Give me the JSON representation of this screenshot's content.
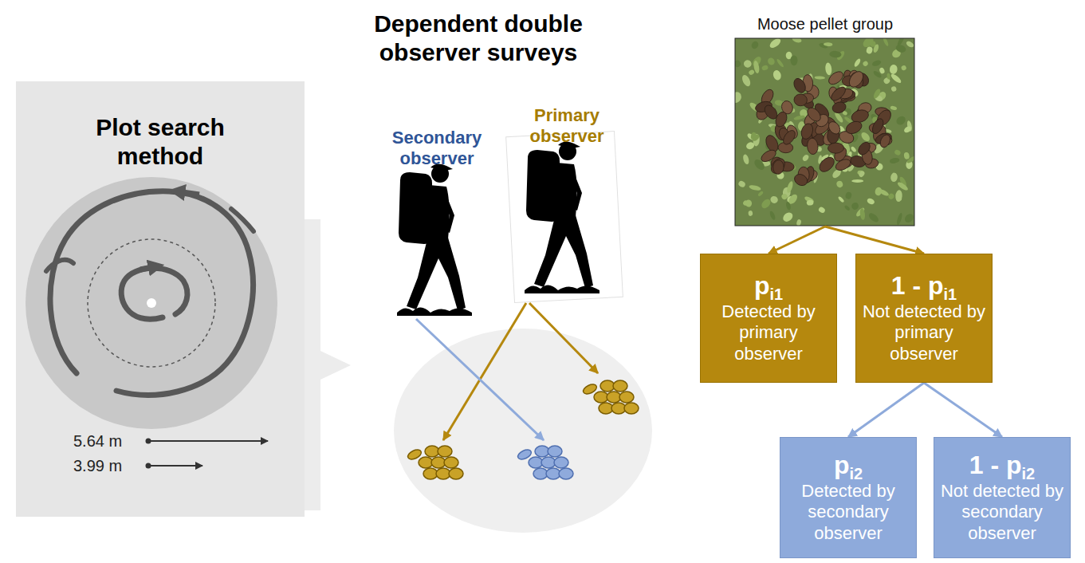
{
  "diagram": {
    "title": "Dependent double observer surveys",
    "nodes": [
      {
        "text": [
          "Plot search method"
        ]
      },
      {
        "text": [
          "Moose pellet group"
        ]
      },
      {
        "text": [
          "p",
          "i1",
          "Detected by primary observer"
        ]
      },
      {
        "text": [
          "1 - p",
          "i1",
          "Not detected by primary observer"
        ]
      },
      {
        "text": [
          "p",
          "i2",
          "Detected by secondary observer"
        ]
      },
      {
        "text": [
          "1 - p",
          "i2",
          "Not detected by secondary observer"
        ]
      }
    ],
    "edges": [
      {
        "from": 1,
        "to": 2,
        "arrow": "to"
      },
      {
        "from": 1,
        "to": 3,
        "arrow": "to"
      },
      {
        "from": 3,
        "to": 4,
        "arrow": "to"
      },
      {
        "from": 3,
        "to": 5,
        "arrow": "to"
      }
    ],
    "labels": [
      "Secondary observer",
      "Primary observer",
      "5.64 m",
      "3.99 m"
    ]
  }
}
